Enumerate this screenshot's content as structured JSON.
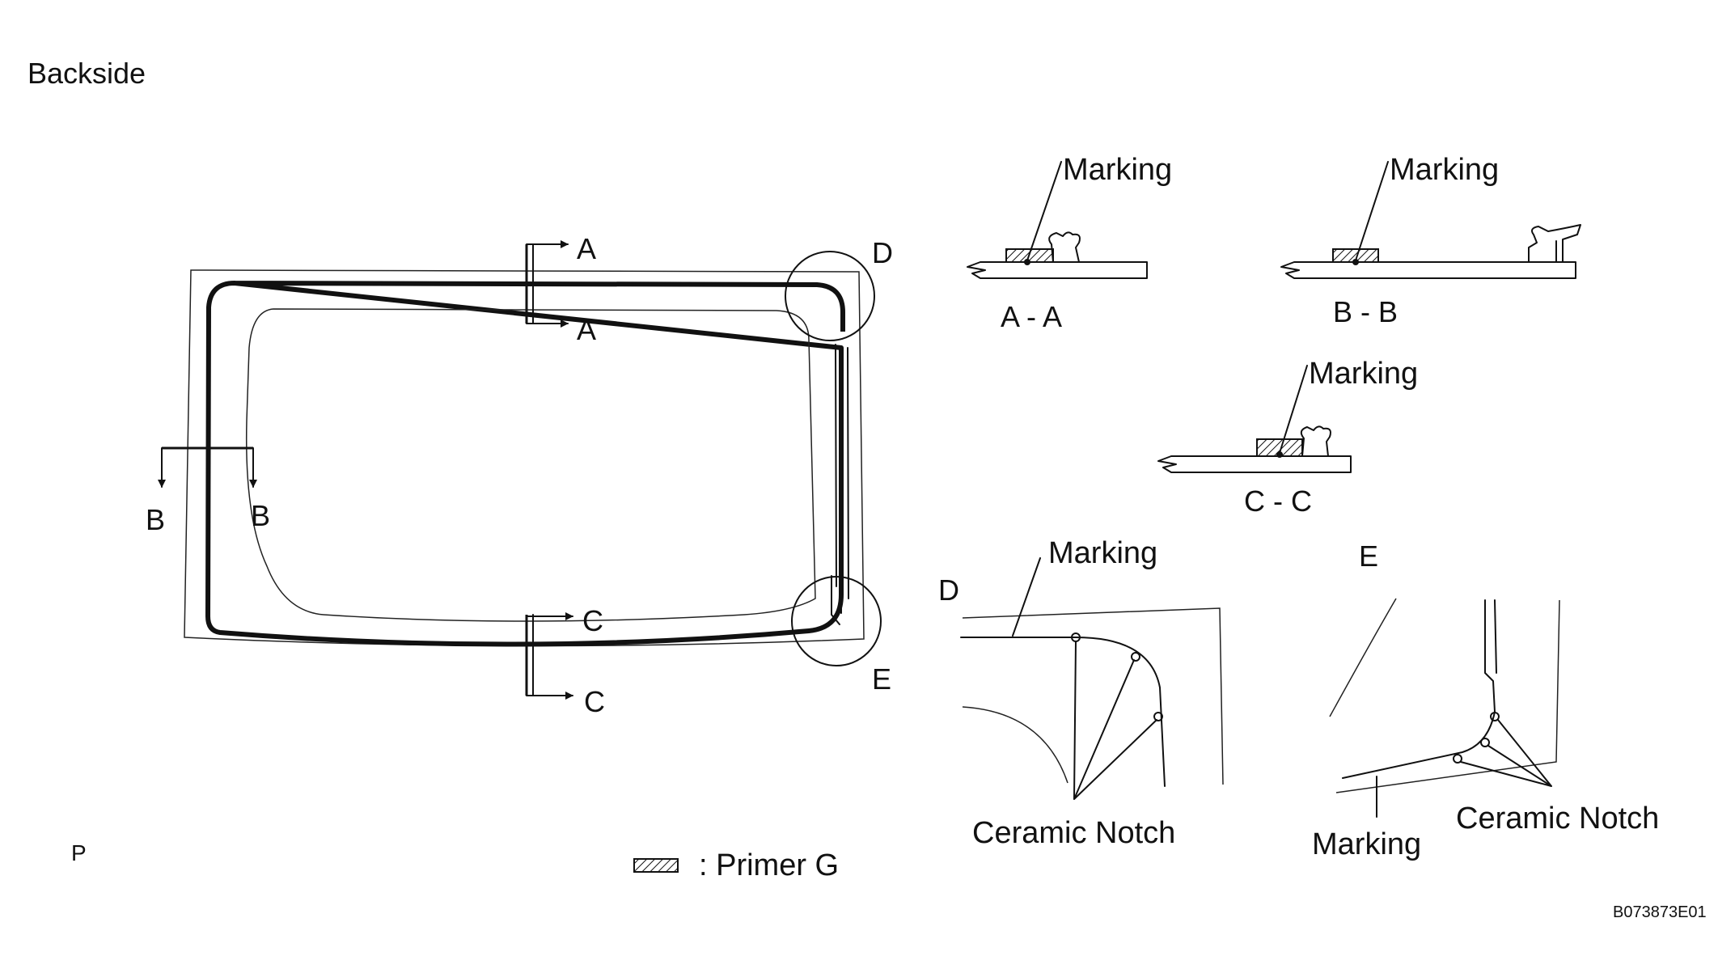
{
  "title": "Backside",
  "labels": {
    "a": "A",
    "b": "B",
    "c": "C",
    "d": "D",
    "e": "E"
  },
  "sections": {
    "aa": "A - A",
    "bb": "B - B",
    "cc": "C - C"
  },
  "callouts": {
    "marking": "Marking",
    "ceramic_notch": "Ceramic Notch"
  },
  "legend": {
    "text": ": Primer G"
  },
  "corner_mark": "P",
  "figure_code": "B073873E01"
}
